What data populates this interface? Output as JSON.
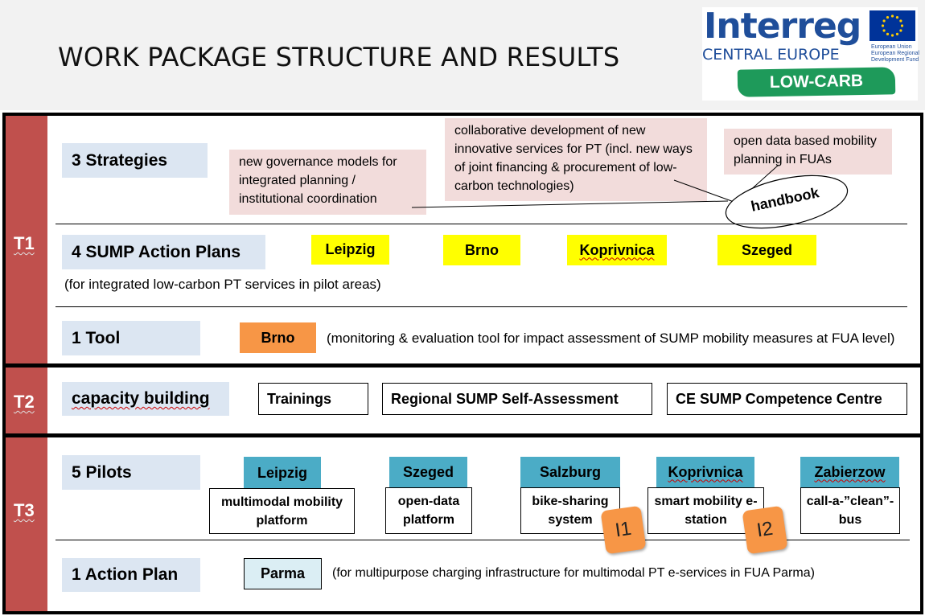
{
  "header": {
    "title": "WORK PACKAGE STRUCTURE AND RESULTS",
    "logo": {
      "name": "Interreg",
      "region": "CENTRAL EUROPE",
      "eu_text": "European Union European Regional Development Fund",
      "project": "LOW-CARB"
    }
  },
  "t1": {
    "label": "T1",
    "strategies": {
      "label": "3 Strategies",
      "items": [
        "new governance models for integrated planning / institutional coordination",
        "collaborative development of new innovative services for PT (incl. new ways of joint financing & procurement of low-carbon technologies)",
        "open data based mobility planning in FUAs"
      ],
      "handbook": "handbook"
    },
    "sump": {
      "label": "4 SUMP Action Plans",
      "note": "(for integrated low-carbon PT services in pilot areas)",
      "cities": [
        "Leipzig",
        "Brno",
        "Koprivnica",
        "Szeged"
      ]
    },
    "tool": {
      "label": "1 Tool",
      "city": "Brno",
      "note": "(monitoring & evaluation tool for impact assessment of SUMP mobility measures at FUA level)"
    }
  },
  "t2": {
    "label": "T2",
    "capacity": "capacity building",
    "items": [
      "Trainings",
      "Regional SUMP Self-Assessment",
      "CE SUMP Competence Centre"
    ]
  },
  "t3": {
    "label": "T3",
    "pilots": {
      "label": "5 Pilots",
      "items": [
        {
          "city": "Leipzig",
          "desc": "multimodal mobility platform"
        },
        {
          "city": "Szeged",
          "desc": "open-data platform"
        },
        {
          "city": "Salzburg",
          "desc": "bike-sharing system"
        },
        {
          "city": "Koprivnica",
          "desc": "smart mobility e-station"
        },
        {
          "city": "Zabierzow",
          "desc": "call-a-”clean”-bus"
        }
      ],
      "badges": [
        "I1",
        "I2"
      ]
    },
    "action_plan": {
      "label": "1 Action Plan",
      "city": "Parma",
      "note": "(for multipurpose charging infrastructure for multimodal PT e-services in FUA Parma)"
    }
  },
  "colors": {
    "side": "#c0504d",
    "blue_box": "#dce6f2",
    "pink_box": "#f2dcdb",
    "yellow": "#ffff00",
    "orange": "#f79646",
    "teal": "#4bacc6",
    "logo_blue": "#1f4e9a",
    "logo_green": "#1e9a5a"
  }
}
